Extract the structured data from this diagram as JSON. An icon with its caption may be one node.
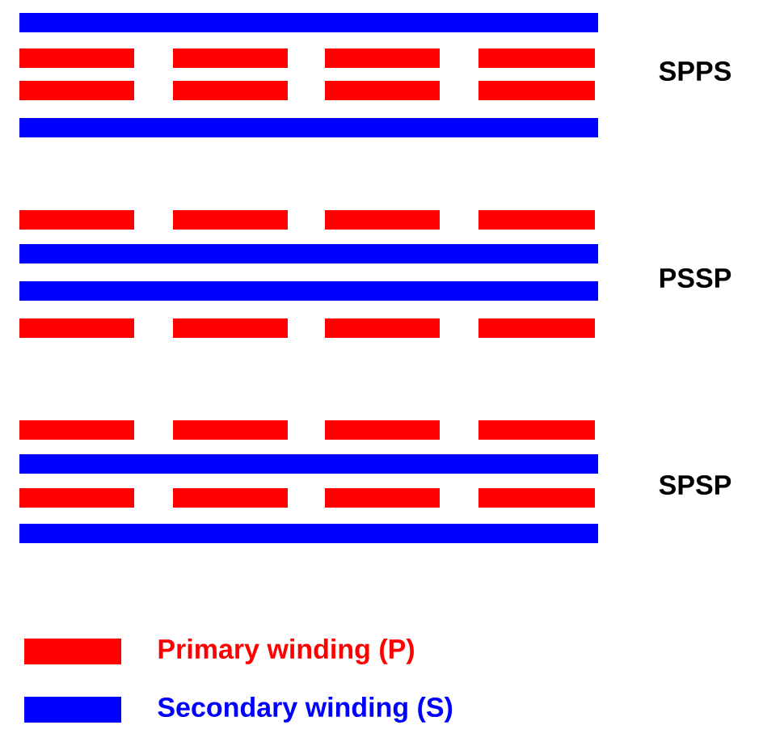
{
  "diagram": {
    "labels": [
      "SPPS",
      "PSSP",
      "SPSP"
    ],
    "legend": [
      {
        "text": "Primary winding (P)",
        "color": "#ff0000"
      },
      {
        "text": "Secondary winding (S)",
        "color": "#0000ff"
      }
    ]
  }
}
